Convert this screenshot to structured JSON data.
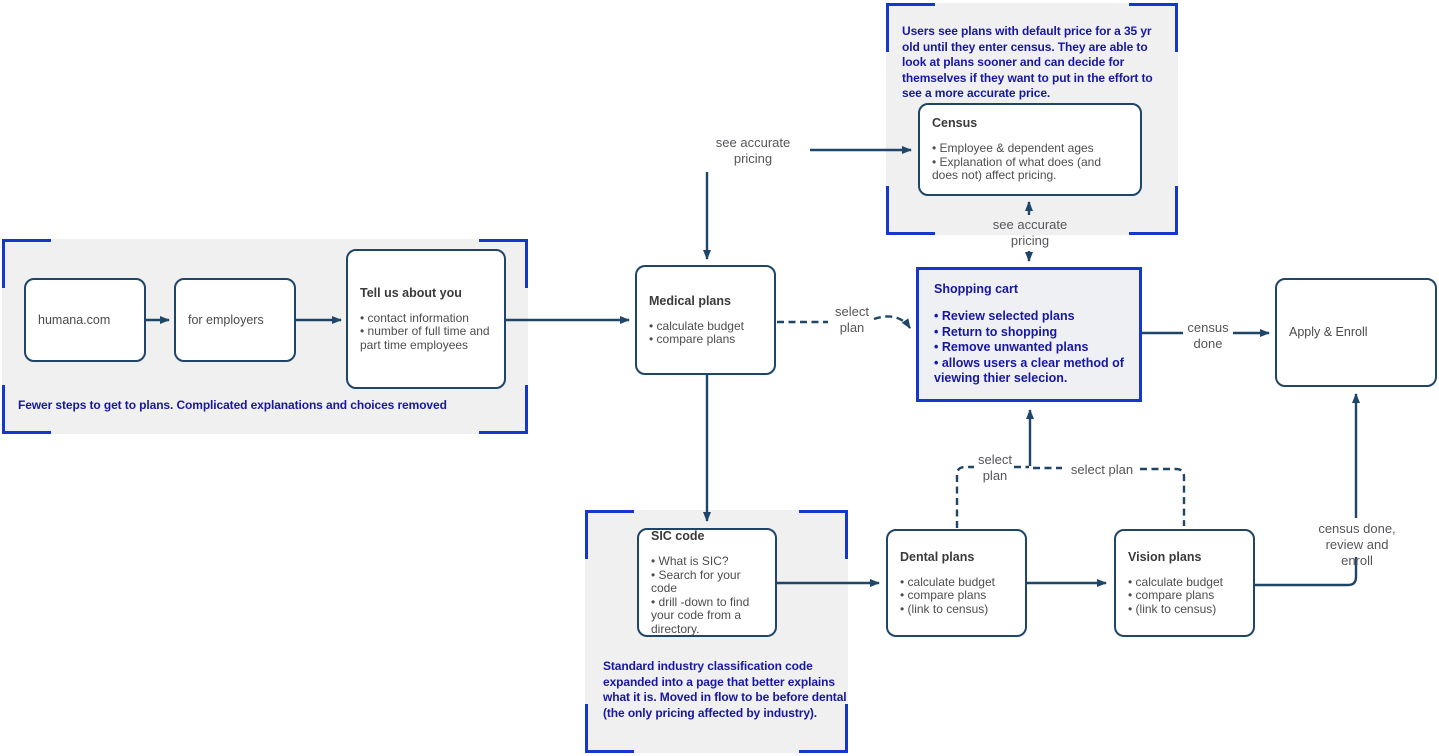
{
  "colors": {
    "wire_navy": "#1f4568",
    "accent_blue": "#1438cc",
    "annotation_blue": "#1717a3",
    "panel_gray": "#f0f0f1",
    "cart_fill": "#eef0f3"
  },
  "groups": {
    "intro": {
      "note": "Fewer steps to get to plans. Complicated explanations and choices removed"
    },
    "census": {
      "note": "Users see plans with default price for a 35 yr old until they enter census. They are able to look at plans sooner and can decide for themselves if they want to put in the effort to see a more accurate price."
    },
    "sic": {
      "note": "Standard industry classification code expanded into a page that better explains what it is. Moved in flow to be before dental (the only pricing affected by industry)."
    }
  },
  "nodes": {
    "humana": {
      "title": "humana.com"
    },
    "for_employers": {
      "title": "for employers"
    },
    "tell_us": {
      "title": "Tell us about you",
      "bullets": [
        "contact information",
        "number of full time and part time employees"
      ]
    },
    "medical": {
      "title": "Medical plans",
      "bullets": [
        "calculate budget",
        "compare plans"
      ]
    },
    "census": {
      "title": "Census",
      "bullets": [
        "Employee & dependent ages",
        "Explanation of what does (and does not) affect pricing."
      ]
    },
    "cart": {
      "title": "Shopping cart",
      "bullets": [
        "Review selected plans",
        "Return to shopping",
        "Remove unwanted plans",
        "allows users a clear method of viewing thier selecion."
      ]
    },
    "apply": {
      "title": "Apply & Enroll"
    },
    "sic": {
      "title": "SIC code",
      "bullets": [
        "What is SIC?",
        "Search for your code",
        "drill -down to find your code from a directory."
      ]
    },
    "dental": {
      "title": "Dental plans",
      "bullets": [
        "calculate budget",
        "compare plans",
        "(link to census)"
      ]
    },
    "vision": {
      "title": "Vision plans",
      "bullets": [
        "calculate budget",
        "compare plans",
        "(link to census)"
      ]
    }
  },
  "edge_labels": {
    "see_accurate_top": "see accurate\npricing",
    "see_accurate_mid": "see accurate\npricing",
    "select_plan_medical": "select\nplan",
    "select_plan_dental": "select\nplan",
    "select_plan_vision": "select plan",
    "census_done": "census\ndone",
    "census_done_review": "census done,\nreview and enroll"
  }
}
